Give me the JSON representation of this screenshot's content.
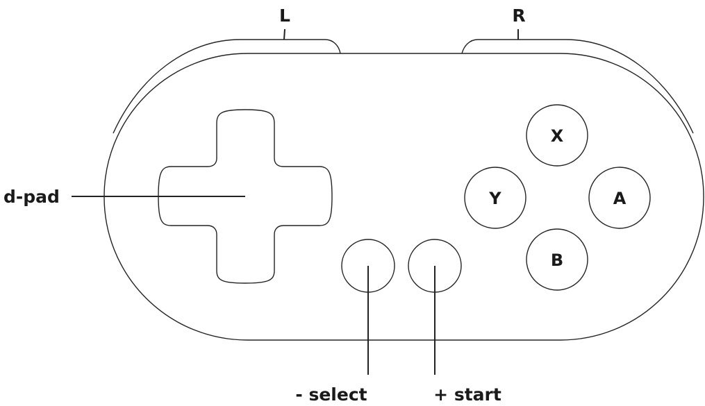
{
  "labels": {
    "left_shoulder": "L",
    "right_shoulder": "R",
    "dpad": "d-pad",
    "select": "- select",
    "start": "+ start"
  },
  "face_buttons": {
    "x": "X",
    "y": "Y",
    "a": "A",
    "b": "B"
  },
  "colors": {
    "stroke": "#222222",
    "background": "#ffffff"
  }
}
